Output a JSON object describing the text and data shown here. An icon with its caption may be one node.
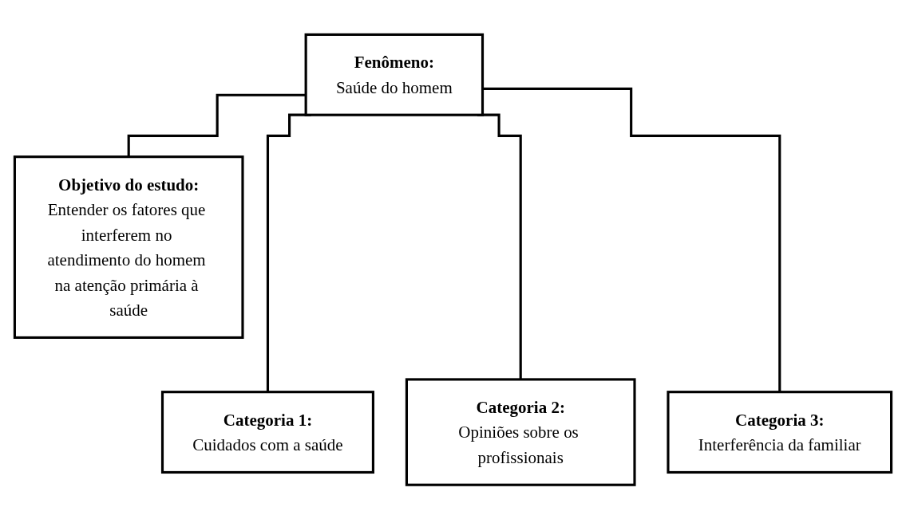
{
  "diagram": {
    "nodes": [
      {
        "text": [
          "Fenômeno:",
          "Saúde do homem"
        ]
      },
      {
        "text": [
          "Objetivo do estudo:",
          "Entender os fatores que interferem no atendimento do homem na atenção primária à saúde"
        ]
      },
      {
        "text": [
          "Categoria 1:",
          "Cuidados com a saúde"
        ]
      },
      {
        "text": [
          "Categoria 2:",
          "Opiniões sobre os profissionais"
        ]
      },
      {
        "text": [
          "Categoria 3:",
          "Interferência da familiar"
        ]
      }
    ],
    "edges": [
      {
        "from": 0,
        "to": 1,
        "arrow": "none"
      },
      {
        "from": 0,
        "to": 2,
        "arrow": "none"
      },
      {
        "from": 0,
        "to": 3,
        "arrow": "none"
      },
      {
        "from": 0,
        "to": 4,
        "arrow": "none"
      }
    ]
  }
}
